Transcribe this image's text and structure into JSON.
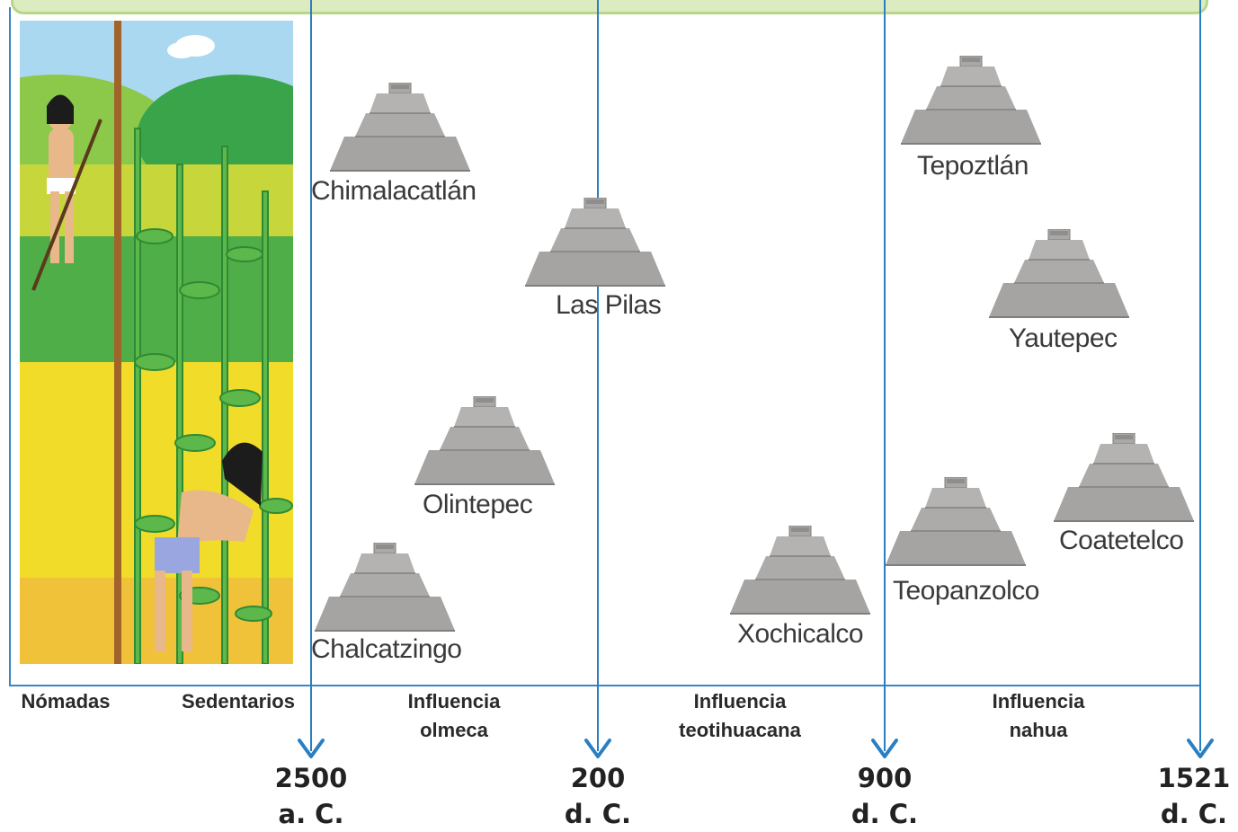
{
  "colors": {
    "timeline": "#2a7fc2",
    "header_fill": "#dcecc0",
    "header_border": "#b7d68a",
    "pyramid": "#a9a8a6",
    "label_text": "#3a3a3a"
  },
  "scene": {
    "image": "illustration-nomads-and-farmers",
    "icon": "maize-field-illustration"
  },
  "periods": {
    "nomadas": "Nómadas",
    "sedentarios": "Sedentarios",
    "olmeca_line1": "Influencia",
    "olmeca_line2": "olmeca",
    "teotihuacana_line1": "Influencia",
    "teotihuacana_line2": "teotihuacana",
    "nahua_line1": "Influencia",
    "nahua_line2": "nahua"
  },
  "dates": {
    "d1_year": "2500",
    "d1_era": "a. C.",
    "d2_year": "200",
    "d2_era": "d. C.",
    "d3_year": "900",
    "d3_era": "d. C.",
    "d4_year": "1521",
    "d4_era": "d. C."
  },
  "sites": {
    "chimalacatlan": "Chimalacatlán",
    "chalcatzingo": "Chalcatzingo",
    "olintepec": "Olintepec",
    "las_pilas": "Las Pilas",
    "xochicalco": "Xochicalco",
    "tepoztlan": "Tepoztlán",
    "yautepec": "Yautepec",
    "teopanzolco": "Teopanzolco",
    "coatetelco": "Coatetelco"
  }
}
